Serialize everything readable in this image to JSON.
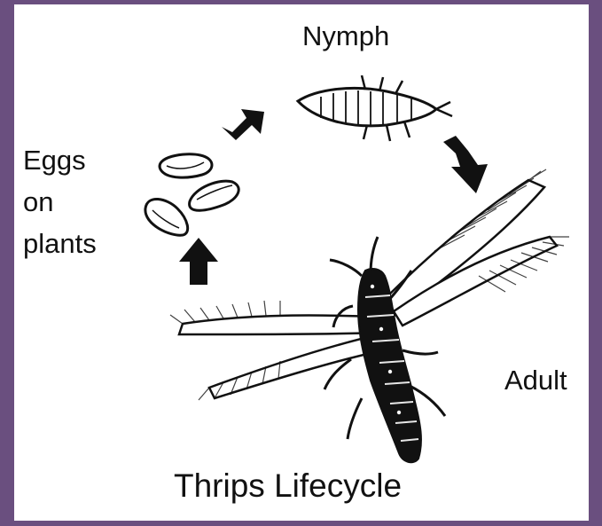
{
  "diagram": {
    "title": "Thrips Lifecycle",
    "stages": {
      "nymph": "Nymph",
      "eggs": [
        "Eggs",
        "on",
        "plants"
      ],
      "adult": "Adult"
    },
    "colors": {
      "background": "#6a4f7f",
      "panel": "#ffffff",
      "ink": "#111111"
    }
  }
}
